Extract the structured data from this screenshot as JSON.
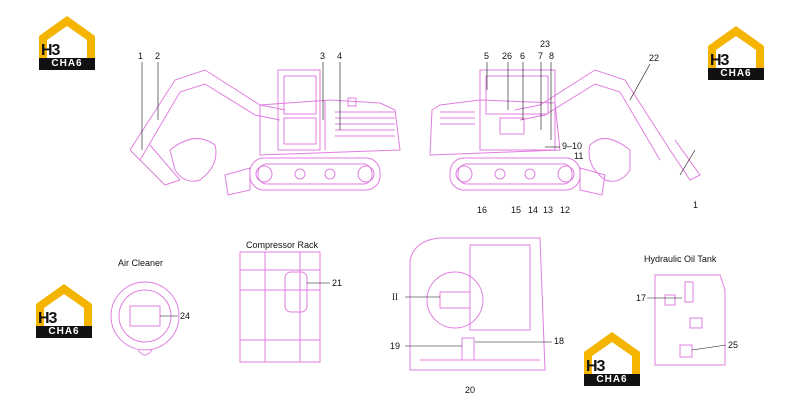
{
  "colors": {
    "line": "#e07fe0",
    "text": "#111111",
    "logo_gold": "#f4b400",
    "logo_black": "#111111"
  },
  "logo": {
    "mark": "H3",
    "band": "CHA6"
  },
  "captions": {
    "air_cleaner": "Air Cleaner",
    "compressor_rack": "Compressor Rack",
    "hydraulic_oil_tank": "Hydraulic Oil Tank"
  },
  "callouts": {
    "c1a": "1",
    "c2": "2",
    "c3": "3",
    "c4": "4",
    "c5": "5",
    "c26": "26",
    "c6": "6",
    "c23": "23",
    "c7": "7",
    "c8": "8",
    "c22": "22",
    "c9_10": "9–10",
    "c11": "11",
    "c16": "16",
    "c15": "15",
    "c14": "14",
    "c13": "13",
    "c12": "12",
    "c1b": "1",
    "c24": "24",
    "c21": "21",
    "cII": "II",
    "c19": "19",
    "c18": "18",
    "c20": "20",
    "c17": "17",
    "c25": "25"
  }
}
